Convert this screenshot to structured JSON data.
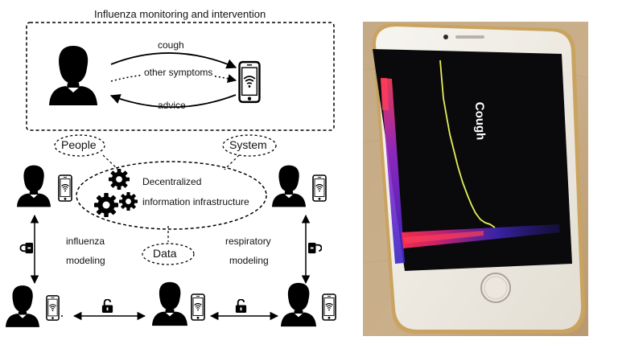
{
  "diagram": {
    "title": "Influenza monitoring and intervention",
    "arrow_labels": {
      "cough": "cough",
      "other_symptoms": "other symptoms",
      "advice": "advice"
    },
    "bubbles": {
      "people": "People",
      "system": "System",
      "data": "Data"
    },
    "infrastructure": {
      "line1": "Decentralized",
      "line2": "information infrastructure"
    },
    "modeling": {
      "influenza": "influenza",
      "influenza_2": "modeling",
      "respiratory": "respiratory",
      "respiratory_2": "modeling"
    },
    "icons": [
      "person-icon",
      "smartphone-icon",
      "wifi-icon",
      "gear-icon",
      "lock-icon",
      "unlock-icon"
    ]
  },
  "photo": {
    "screen_label": "Cough",
    "colors": {
      "background": "#c8ad88",
      "phone_body": "#f4f1ea",
      "screen": "#0a0a0c",
      "trace": "#e6ef5a",
      "spectrogram_hot": "#ff3d5a",
      "spectrogram_cool": "#4a2dff"
    }
  }
}
